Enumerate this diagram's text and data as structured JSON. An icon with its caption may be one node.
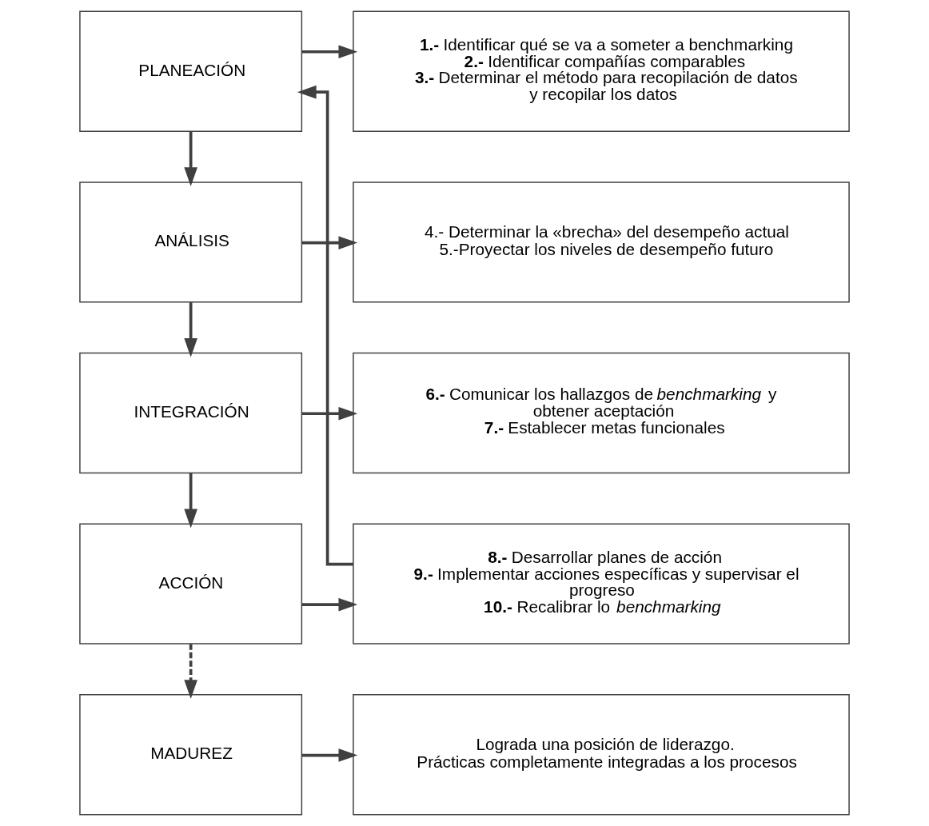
{
  "diagram": {
    "nodes": [
      {
        "text": [
          "PLANEACIÓN"
        ]
      },
      {
        "text": [
          "**1.-** Identificar qué se va a someter a benchmarking",
          "**2.-** Identificar compañías comparables",
          "**3.-** Determinar el método para recopilación de datos y recopilar los datos"
        ]
      },
      {
        "text": [
          "ANÁLISIS"
        ]
      },
      {
        "text": [
          "4.- Determinar la «brecha» del desempeño actual",
          "5.-Proyectar los niveles de desempeño futuro"
        ]
      },
      {
        "text": [
          "INTEGRACIÓN"
        ]
      },
      {
        "text": [
          "**6.-** Comunicar los hallazgos de *benchmarking* y obtener aceptación",
          "**7.-** Establecer metas funcionales"
        ]
      },
      {
        "text": [
          "ACCIÓN"
        ]
      },
      {
        "text": [
          "**8.-** Desarrollar planes de acción",
          "**9.-** Implementar acciones específicas y supervisar el progreso",
          "**10.-** Recalibrar lo *benchmarking*"
        ]
      },
      {
        "text": [
          "MADUREZ"
        ]
      },
      {
        "text": [
          "Lograda una posición de liderazgo.",
          "Prácticas completamente integradas a los procesos"
        ]
      }
    ],
    "edges": [
      {
        "from": 0,
        "to": 1,
        "arrow": "to"
      },
      {
        "from": 0,
        "to": 2,
        "arrow": "to"
      },
      {
        "from": 2,
        "to": 3,
        "arrow": "to"
      },
      {
        "from": 2,
        "to": 4,
        "arrow": "to"
      },
      {
        "from": 4,
        "to": 5,
        "arrow": "to"
      },
      {
        "from": 4,
        "to": 6,
        "arrow": "to"
      },
      {
        "from": 6,
        "to": 7,
        "arrow": "to"
      },
      {
        "from": 6,
        "to": 8,
        "arrow": "to",
        "style": "dashed"
      },
      {
        "from": 8,
        "to": 9,
        "arrow": "to"
      },
      {
        "from": 7,
        "to": 0,
        "arrow": "to"
      }
    ]
  }
}
